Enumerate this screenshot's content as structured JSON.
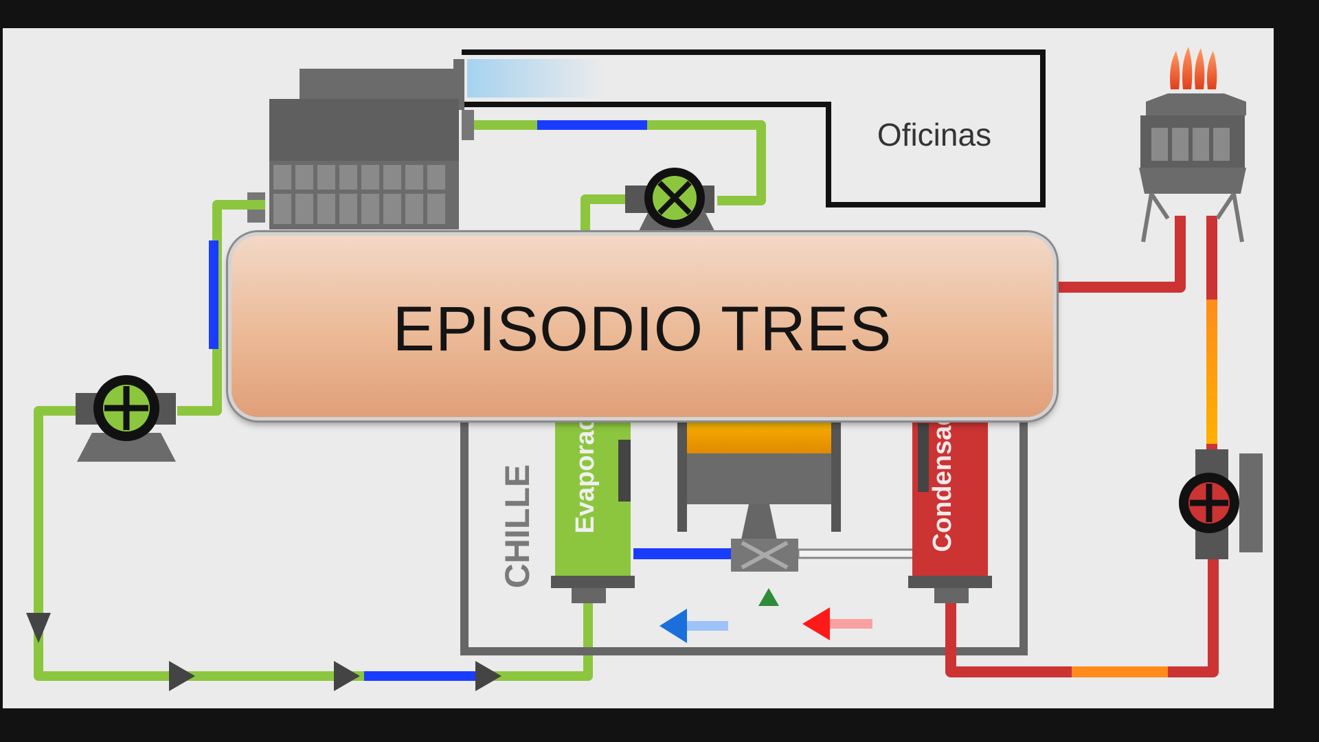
{
  "banner": {
    "title": "EPISODIO TRES"
  },
  "diagram": {
    "office_label": "Oficinas",
    "chiller_label": "CHILLE",
    "evaporator_label": "Evaporad",
    "condenser_label": "Condensad"
  },
  "colors": {
    "background": "#ebebeb",
    "chilled_water_pipe": "#8cc63f",
    "condenser_water_pipe": "#cc3333",
    "refrigerant_cold": "#1a3cff",
    "banner": "#ebb996"
  }
}
